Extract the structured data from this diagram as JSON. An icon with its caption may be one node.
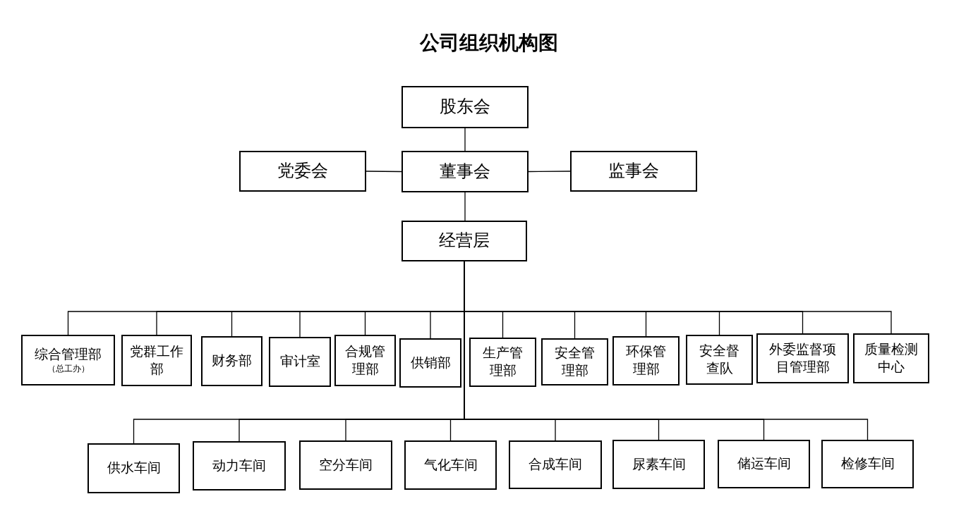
{
  "diagram": {
    "title": "公司组织机构图",
    "nodes": [
      {
        "text": [
          "股东会"
        ]
      },
      {
        "text": [
          "党委会"
        ]
      },
      {
        "text": [
          "董事会"
        ]
      },
      {
        "text": [
          "监事会"
        ]
      },
      {
        "text": [
          "经营层"
        ]
      },
      {
        "text": [
          "综合管理部",
          "（总工办）"
        ]
      },
      {
        "text": [
          "党群工作部"
        ]
      },
      {
        "text": [
          "财务部"
        ]
      },
      {
        "text": [
          "审计室"
        ]
      },
      {
        "text": [
          "合规管理部"
        ]
      },
      {
        "text": [
          "供销部"
        ]
      },
      {
        "text": [
          "生产管理部"
        ]
      },
      {
        "text": [
          "安全管理部"
        ]
      },
      {
        "text": [
          "环保管理部"
        ]
      },
      {
        "text": [
          "安全督查队"
        ]
      },
      {
        "text": [
          "外委监督项目管理部"
        ]
      },
      {
        "text": [
          "质量检测中心"
        ]
      },
      {
        "text": [
          "供水车间"
        ]
      },
      {
        "text": [
          "动力车间"
        ]
      },
      {
        "text": [
          "空分车间"
        ]
      },
      {
        "text": [
          "气化车间"
        ]
      },
      {
        "text": [
          "合成车间"
        ]
      },
      {
        "text": [
          "尿素车间"
        ]
      },
      {
        "text": [
          "储运车间"
        ]
      },
      {
        "text": [
          "检修车间"
        ]
      }
    ],
    "edges": [
      {
        "from": 0,
        "to": 2,
        "arrow": "none"
      },
      {
        "from": 1,
        "to": 2,
        "arrow": "none"
      },
      {
        "from": 2,
        "to": 3,
        "arrow": "none"
      },
      {
        "from": 2,
        "to": 4,
        "arrow": "none"
      },
      {
        "from": 4,
        "to": 5,
        "arrow": "none"
      },
      {
        "from": 4,
        "to": 6,
        "arrow": "none"
      },
      {
        "from": 4,
        "to": 7,
        "arrow": "none"
      },
      {
        "from": 4,
        "to": 8,
        "arrow": "none"
      },
      {
        "from": 4,
        "to": 9,
        "arrow": "none"
      },
      {
        "from": 4,
        "to": 10,
        "arrow": "none"
      },
      {
        "from": 4,
        "to": 11,
        "arrow": "none"
      },
      {
        "from": 4,
        "to": 12,
        "arrow": "none"
      },
      {
        "from": 4,
        "to": 13,
        "arrow": "none"
      },
      {
        "from": 4,
        "to": 14,
        "arrow": "none"
      },
      {
        "from": 4,
        "to": 15,
        "arrow": "none"
      },
      {
        "from": 4,
        "to": 16,
        "arrow": "none"
      },
      {
        "from": 4,
        "to": 17,
        "arrow": "none"
      },
      {
        "from": 4,
        "to": 18,
        "arrow": "none"
      },
      {
        "from": 4,
        "to": 19,
        "arrow": "none"
      },
      {
        "from": 4,
        "to": 20,
        "arrow": "none"
      },
      {
        "from": 4,
        "to": 21,
        "arrow": "none"
      },
      {
        "from": 4,
        "to": 22,
        "arrow": "none"
      },
      {
        "from": 4,
        "to": 23,
        "arrow": "none"
      },
      {
        "from": 4,
        "to": 24,
        "arrow": "none"
      }
    ]
  }
}
